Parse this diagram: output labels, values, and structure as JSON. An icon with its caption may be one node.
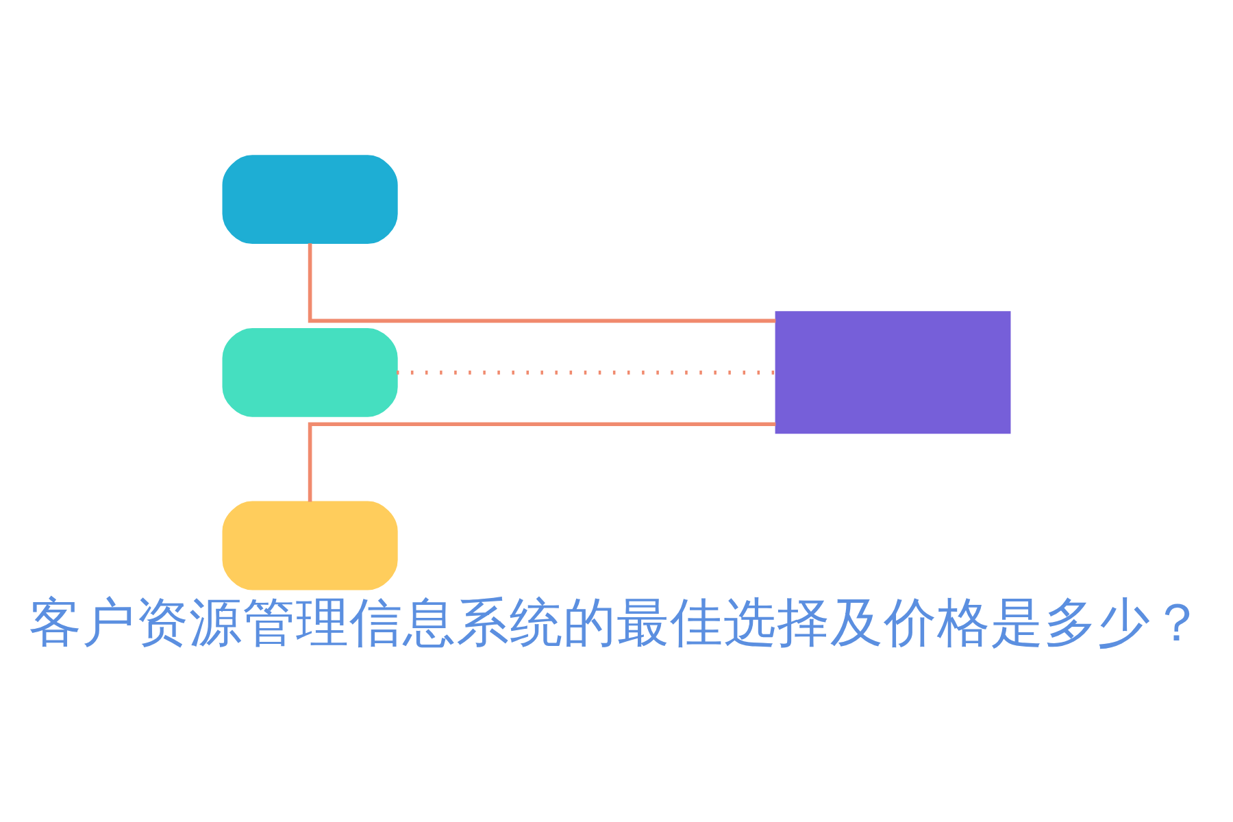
{
  "diagram": {
    "caption": "客户资源管理信息系统的最佳选择及价格是多少？",
    "nodes": [
      {
        "text": [],
        "shape": "box"
      },
      {
        "text": [],
        "shape": "box"
      },
      {
        "text": [],
        "shape": "box"
      },
      {
        "text": [],
        "shape": "box"
      }
    ],
    "edges": [
      {
        "from": 0,
        "to": 3,
        "arrow": "none"
      },
      {
        "from": 1,
        "to": 3,
        "arrow": "none",
        "style": "dashed"
      },
      {
        "from": 2,
        "to": 3,
        "arrow": "none"
      }
    ]
  }
}
